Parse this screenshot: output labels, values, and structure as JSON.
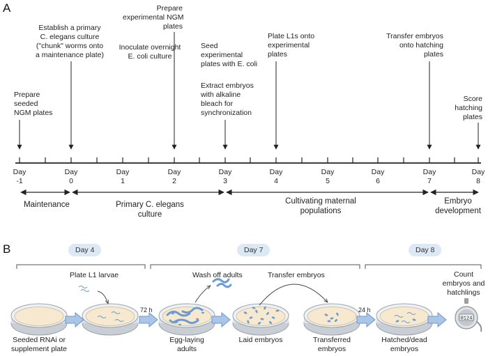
{
  "panel_a": {
    "label": "A",
    "events": [
      {
        "lines": [
          "Prepare",
          "seeded",
          "NGM plates"
        ],
        "day_index": 0
      },
      {
        "lines": [
          "Establish a primary",
          "C. elegans culture",
          "(\"chunk\" worms onto",
          "a maintenance plate)"
        ],
        "day_index": 1
      },
      {
        "lines": [
          "Inoculate  overnight",
          "E. coli culture"
        ],
        "day_index": 2
      },
      {
        "lines": [
          "Prepare",
          "experimental NGM",
          "plates"
        ],
        "day_index": 3
      },
      {
        "lines": [
          "Seed",
          "experimental",
          "plates with E. coli"
        ],
        "day_index": 4
      },
      {
        "lines": [
          "Extract embryos",
          "with alkaline",
          "bleach for",
          "synchronization"
        ],
        "day_index": 4
      },
      {
        "lines": [
          "Plate L1s onto",
          "experimental",
          "plates"
        ],
        "day_index": 5
      },
      {
        "lines": [
          "Transfer embryos",
          "onto hatching",
          "plates"
        ],
        "day_index": 8
      },
      {
        "lines": [
          "Score",
          "hatching",
          "plates"
        ],
        "day_index": 9
      }
    ],
    "days": [
      {
        "word": "Day",
        "num": "-1"
      },
      {
        "word": "Day",
        "num": "0"
      },
      {
        "word": "Day",
        "num": "1"
      },
      {
        "word": "Day",
        "num": "2"
      },
      {
        "word": "Day",
        "num": "3"
      },
      {
        "word": "Day",
        "num": "4"
      },
      {
        "word": "Day",
        "num": "5"
      },
      {
        "word": "Day",
        "num": "6"
      },
      {
        "word": "Day",
        "num": "7"
      },
      {
        "word": "Day",
        "num": "8"
      }
    ],
    "phases": [
      {
        "lines": [
          "Maintenance"
        ]
      },
      {
        "lines": [
          "Primary C. elegans",
          "culture"
        ]
      },
      {
        "lines": [
          "Cultivating maternal",
          "populations"
        ]
      },
      {
        "lines": [
          "Embryo",
          "development"
        ]
      }
    ]
  },
  "panel_b": {
    "label": "B",
    "day_pills": [
      "Day 4",
      "Day 7",
      "Day 8"
    ],
    "step_labels": {
      "plate_l1": "Plate L1 larvae",
      "wash_off": "Wash off adults",
      "transfer": "Transfer embryos",
      "count": [
        "Count",
        "embryos and",
        "hatchlings"
      ]
    },
    "plates": [
      {
        "lines": [
          "Seeded RNAi or",
          "supplement plate"
        ]
      },
      {
        "lines": [
          ""
        ]
      },
      {
        "lines": [
          "Egg-laying",
          "adults"
        ]
      },
      {
        "lines": [
          "Laid embryos"
        ]
      },
      {
        "lines": [
          "Transferred",
          "embryos"
        ]
      },
      {
        "lines": [
          "Hatched/dead",
          "embryos"
        ]
      }
    ],
    "durations": [
      "72 h",
      "24 h"
    ],
    "counter_display": "0124"
  },
  "colors": {
    "plate_fill": "#f6e9cf",
    "plate_rim": "#9aa3ad",
    "arrow_fill": "#a9c6e8",
    "arrow_stroke": "#6f97c6",
    "worm": "#6b9bd1",
    "pill": "#dce8f4"
  }
}
